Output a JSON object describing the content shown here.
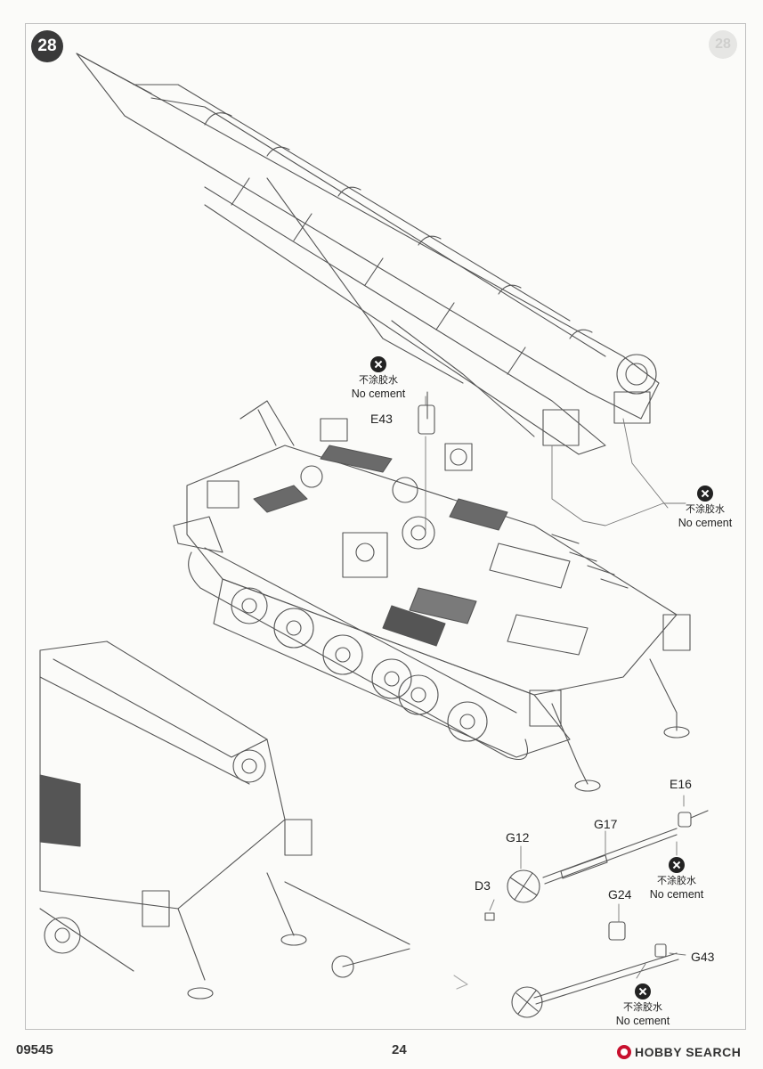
{
  "step": {
    "number": "28",
    "ghost_number": "28"
  },
  "notes": {
    "cn": "不涂胶水",
    "en": "No cement"
  },
  "parts": {
    "e43": "E43",
    "e16": "E16",
    "g17": "G17",
    "g12": "G12",
    "d3": "D3",
    "g24": "G24",
    "g43": "G43"
  },
  "footer": {
    "code": "09545",
    "page": "24",
    "logo": "HOBBY SEARCH"
  },
  "icons": {
    "no_cement": "no-cement-icon",
    "logo": "hobby-search-logo-icon"
  }
}
